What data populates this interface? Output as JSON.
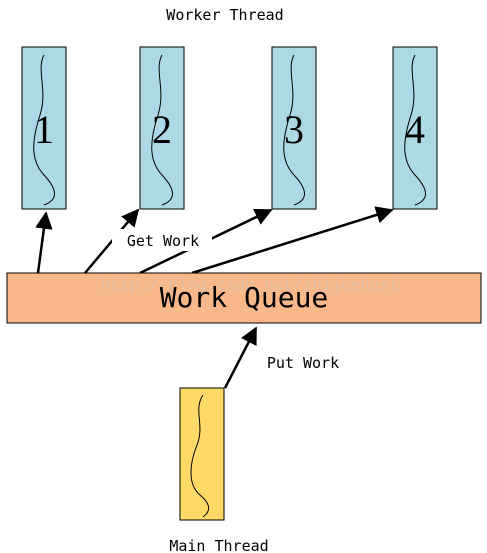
{
  "worker_label": "Worker Thread",
  "threads": [
    {
      "label": "1"
    },
    {
      "label": "2"
    },
    {
      "label": "3"
    },
    {
      "label": "4"
    }
  ],
  "get_work_label": "Get Work",
  "queue_label": "Work Queue",
  "watermark": "http://blog.csdn.net/zhijcehust",
  "put_work_label": "Put Work",
  "main_label": "Main Thread",
  "colors": {
    "worker_fill": "#add8e6",
    "main_fill": "#ffd966",
    "queue_fill": "#f9b88a",
    "stroke": "#000000"
  }
}
